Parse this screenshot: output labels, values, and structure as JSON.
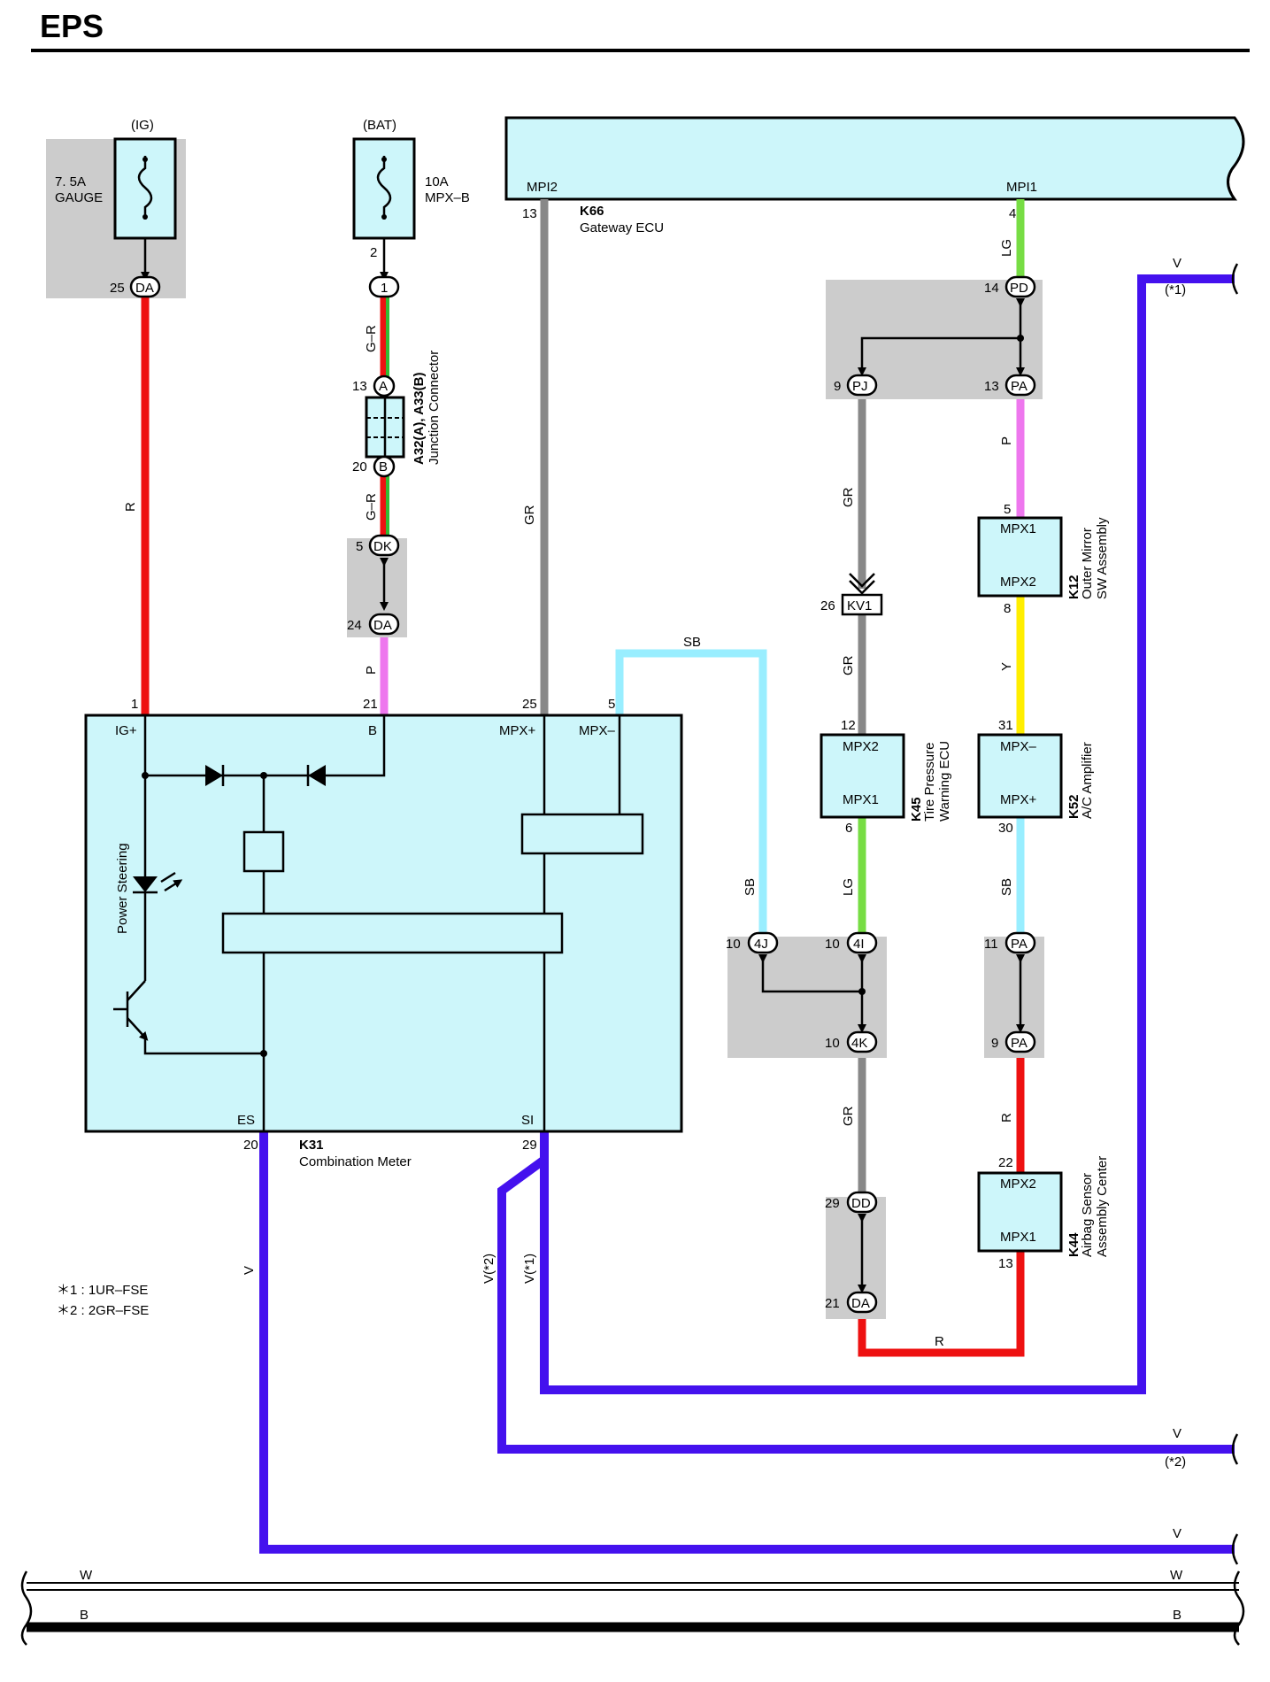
{
  "title": "EPS",
  "colors": {
    "R": "#ee1111",
    "GR": "#888888",
    "LG": "#77dd44",
    "P": "#ee77ee",
    "Y": "#ffee00",
    "SB": "#99eeff",
    "V": "#4411ee",
    "G": "#33bb33",
    "W": "#ffffff",
    "B": "#000000",
    "box_fill": "#cdf6fa",
    "shade": "#cccccc"
  },
  "fuses": {
    "ig": {
      "header": "(IG)",
      "rating": "7. 5A",
      "name": "GAUGE"
    },
    "bat": {
      "header": "(BAT)",
      "rating": "10A",
      "name": "MPX–B"
    }
  },
  "connectors": {
    "ig_da": {
      "pin": "25",
      "code": "DA"
    },
    "bat_pin2": "2",
    "bat_1": "1",
    "jc_a": {
      "pin": "13",
      "code": "A"
    },
    "jc_b": {
      "pin": "20",
      "code": "B"
    },
    "jc_label_1": "A32(A), A33(B)",
    "jc_label_2": "Junction Connector",
    "dk": {
      "pin": "5",
      "code": "DK"
    },
    "da24": {
      "pin": "24",
      "code": "DA"
    },
    "pd": {
      "pin": "14",
      "code": "PD"
    },
    "pj": {
      "pin": "9",
      "code": "PJ"
    },
    "pa13": {
      "pin": "13",
      "code": "PA"
    },
    "kv1": {
      "pin": "26",
      "code": "KV1"
    },
    "j4j": {
      "pin": "10",
      "code": "4J"
    },
    "j4i": {
      "pin": "10",
      "code": "4I"
    },
    "j4k": {
      "pin": "10",
      "code": "4K"
    },
    "pa11": {
      "pin": "11",
      "code": "PA"
    },
    "pa9": {
      "pin": "9",
      "code": "PA"
    },
    "dd": {
      "pin": "29",
      "code": "DD"
    },
    "da21": {
      "pin": "21",
      "code": "DA"
    }
  },
  "gateway": {
    "code": "K66",
    "name": "Gateway ECU",
    "mpi2": "MPI2",
    "mpi1": "MPI1",
    "pin13": "13",
    "pin4": "4"
  },
  "meter": {
    "code": "K31",
    "name": "Combination Meter",
    "ig_plus": "IG+",
    "b": "B",
    "mpx_plus": "MPX+",
    "mpx_minus": "MPX–",
    "es": "ES",
    "si": "SI",
    "power_steering": "Power Steering",
    "pin1": "1",
    "pin21": "21",
    "pin25": "25",
    "pin5": "5",
    "pin20": "20",
    "pin29": "29"
  },
  "k12": {
    "code": "K12",
    "name1": "Outer Mirror",
    "name2": "SW Assembly",
    "top": "MPX1",
    "bottom": "MPX2",
    "pin_top": "5",
    "pin_bottom": "8"
  },
  "k45": {
    "code": "K45",
    "name1": "Tire Pressure",
    "name2": "Warning ECU",
    "top": "MPX2",
    "bottom": "MPX1",
    "pin_top": "12",
    "pin_bottom": "6"
  },
  "k52": {
    "code": "K52",
    "name1": "A/C Amplifier",
    "top": "MPX–",
    "bottom": "MPX+",
    "pin_top": "31",
    "pin_bottom": "30"
  },
  "k44": {
    "code": "K44",
    "name1": "Airbag Sensor",
    "name2": "Assembly Center",
    "top": "MPX2",
    "bottom": "MPX1",
    "pin_top": "22",
    "pin_bottom": "13"
  },
  "wire_labels": {
    "r_left": "R",
    "gr_left": "G–R",
    "gr_left2": "G–R",
    "p_left": "P",
    "gr_main": "GR",
    "lg_top": "LG",
    "p_right": "P",
    "gr_mid": "GR",
    "gr_mid2": "GR",
    "y": "Y",
    "sb_top": "SB",
    "sb_left": "SB",
    "lg_mid": "LG",
    "sb_right": "SB",
    "gr_low": "GR",
    "r_right": "R",
    "r_bottom": "R",
    "v_es": "V",
    "v2": "V(*2)",
    "v1": "V(*1)",
    "v_right1": "V",
    "v_right1_note": "(*1)",
    "v_right2": "V",
    "v_right2_note": "(*2)",
    "v_right3": "V",
    "w_left": "W",
    "w_right": "W",
    "b_left": "B",
    "b_right": "B"
  },
  "notes": [
    "＊1 : 1UR–FSE",
    "＊2 : 2GR–FSE"
  ]
}
